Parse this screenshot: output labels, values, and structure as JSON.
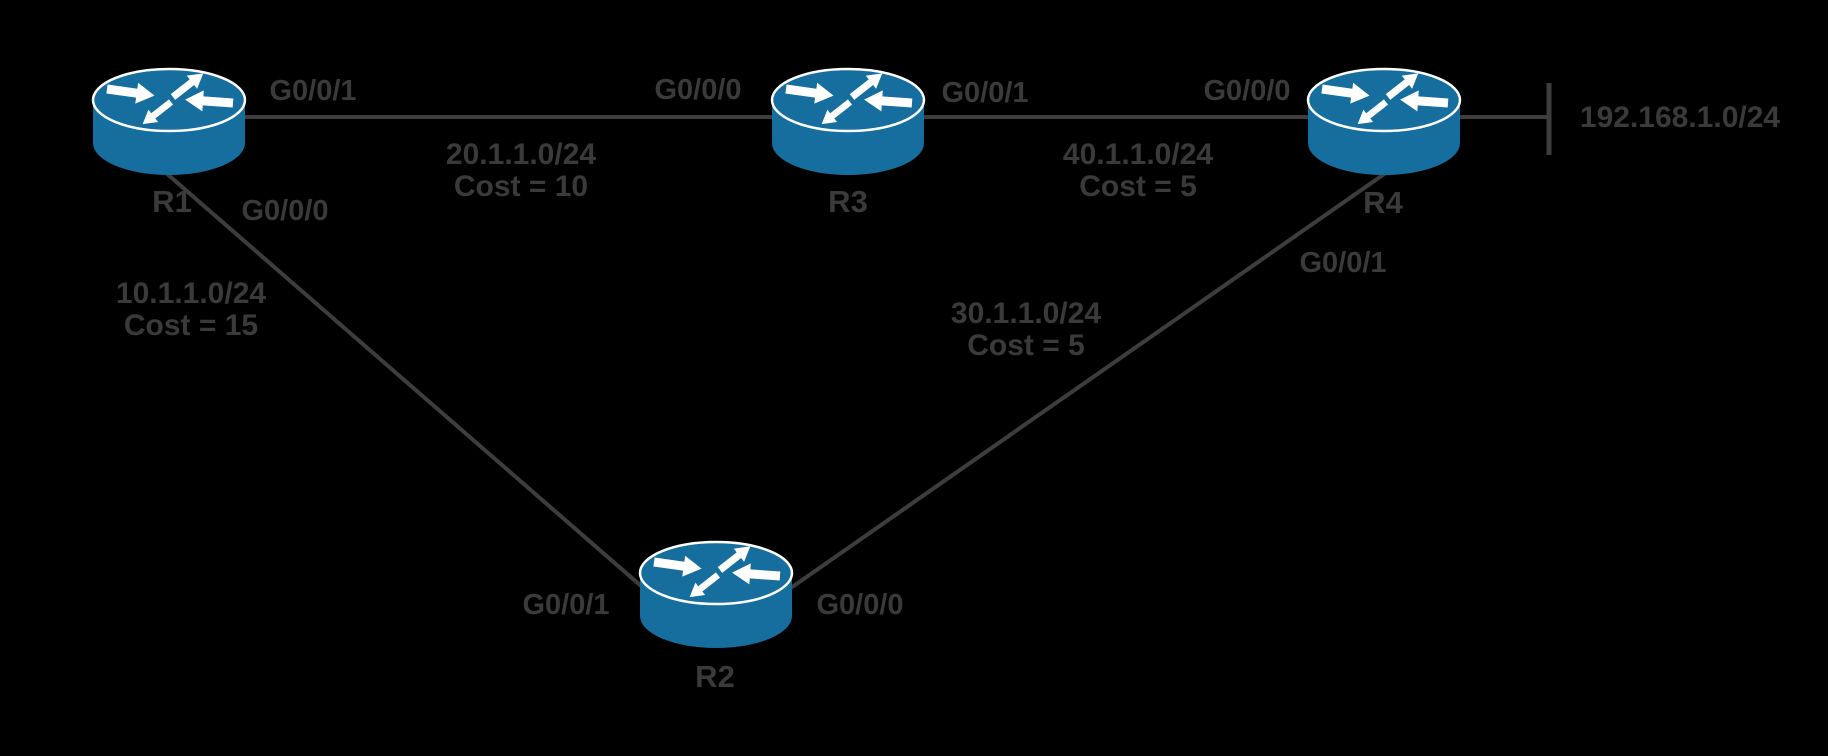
{
  "diagram": {
    "kind": "ospf-network-topology",
    "background": "#000000",
    "link_color": "#3d3d3d",
    "text_color": "#3a3a3a",
    "router_fill": "#156e9d",
    "router_detail": "#ffffff"
  },
  "routers": [
    {
      "name": "R1"
    },
    {
      "name": "R2"
    },
    {
      "name": "R3"
    },
    {
      "name": "R4"
    }
  ],
  "links": [
    {
      "id": "r1-r3",
      "endpoint_a": "R1",
      "endpoint_b": "R3",
      "label_a": "G0/0/1",
      "label_b": "G0/0/0",
      "subnet": "20.1.1.0/24",
      "cost": "Cost = 10"
    },
    {
      "id": "r3-r4",
      "endpoint_a": "R3",
      "endpoint_b": "R4",
      "label_a": "G0/0/1",
      "label_b": "G0/0/0",
      "subnet": "40.1.1.0/24",
      "cost": "Cost = 5"
    },
    {
      "id": "r1-r2",
      "endpoint_a": "R1",
      "endpoint_b": "R2",
      "label_a": "G0/0/0",
      "label_b": "G0/0/1",
      "subnet": "10.1.1.0/24",
      "cost": "Cost = 15"
    },
    {
      "id": "r2-r4",
      "endpoint_a": "R2",
      "endpoint_b": "R4",
      "label_a": "G0/0/0",
      "label_b": "G0/0/1",
      "subnet": "30.1.1.0/24",
      "cost": "Cost = 5"
    },
    {
      "id": "r4-lan",
      "endpoint_a": "R4",
      "endpoint_b": "LAN",
      "subnet": "192.168.1.0/24"
    }
  ]
}
